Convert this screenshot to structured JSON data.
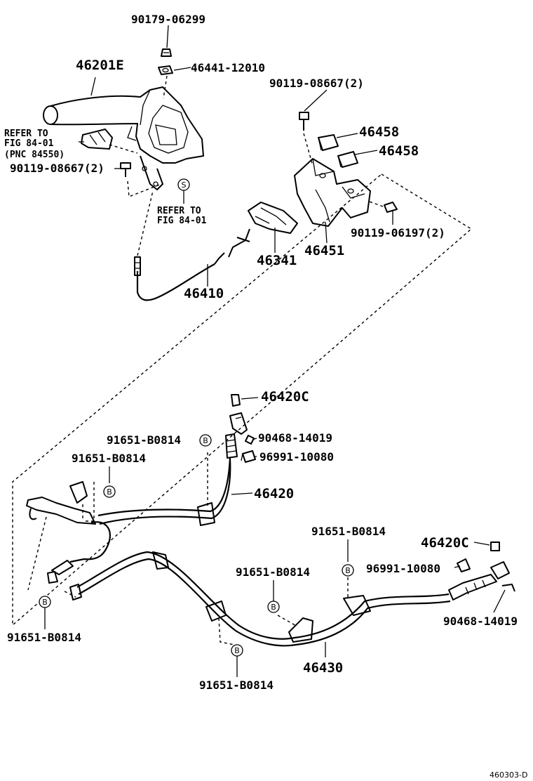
{
  "labels": {
    "p90179_06299": "90179-06299",
    "p46441_12010": "46441-12010",
    "p46201E": "46201E",
    "p90119_08667_2_top": "90119-08667(2)",
    "p46458_a": "46458",
    "p46458_b": "46458",
    "refer_to_1": "REFER TO",
    "fig_84_01_1": "FIG 84-01",
    "pnc_84550": "(PNC 84550)",
    "p90119_08667_2_left": "90119-08667(2)",
    "refer_to_2": "REFER TO",
    "fig_84_01_2": "FIG 84-01",
    "p90119_06197_2": "90119-06197(2)",
    "p46451": "46451",
    "p46341": "46341",
    "p46410": "46410",
    "p46420C_top": "46420C",
    "p91651_b0814_a": "91651-B0814",
    "p90468_14019_top": "90468-14019",
    "p96991_10080_top": "96991-10080",
    "p91651_b0814_b": "91651-B0814",
    "p46420": "46420",
    "p91651_b0814_c": "91651-B0814",
    "p46420C_right": "46420C",
    "p96991_10080_right": "96991-10080",
    "p91651_b0814_d": "91651-B0814",
    "p90468_14019_right": "90468-14019",
    "p91651_b0814_left": "91651-B0814",
    "p46430": "46430",
    "p91651_b0814_bottom": "91651-B0814",
    "marker_s": "S",
    "marker_b": "B",
    "footer_code": "460303-D"
  }
}
